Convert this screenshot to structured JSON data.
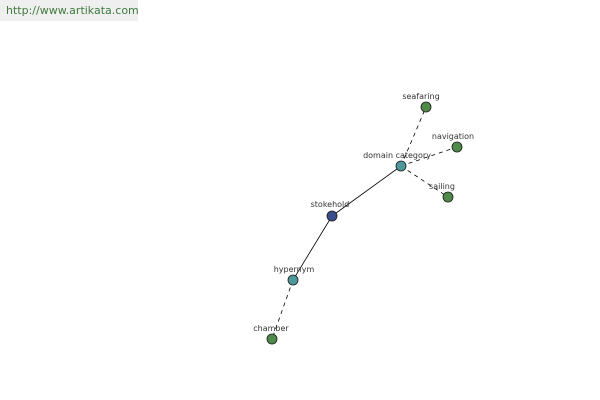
{
  "banner": {
    "url": "http://www.artikata.com"
  },
  "colors": {
    "center": "#3a4e8c",
    "relation": "#4e9a9a",
    "leaf": "#4f8a4a",
    "edge": "#000000"
  },
  "nodes": [
    {
      "id": "stokehold",
      "label": "stokehold",
      "kind": "center"
    },
    {
      "id": "domain",
      "label": "domain category",
      "kind": "relation"
    },
    {
      "id": "hypernym",
      "label": "hypernym",
      "kind": "relation"
    },
    {
      "id": "seafaring",
      "label": "seafaring",
      "kind": "leaf"
    },
    {
      "id": "navigation",
      "label": "navigation",
      "kind": "leaf"
    },
    {
      "id": "sailing",
      "label": "sailing",
      "kind": "leaf"
    },
    {
      "id": "chamber",
      "label": "chamber",
      "kind": "leaf"
    }
  ],
  "edges": [
    {
      "from": "stokehold",
      "to": "domain",
      "style": "solid"
    },
    {
      "from": "stokehold",
      "to": "hypernym",
      "style": "solid"
    },
    {
      "from": "domain",
      "to": "seafaring",
      "style": "dashed"
    },
    {
      "from": "domain",
      "to": "navigation",
      "style": "dashed"
    },
    {
      "from": "domain",
      "to": "sailing",
      "style": "dashed"
    },
    {
      "from": "hypernym",
      "to": "chamber",
      "style": "dashed"
    }
  ]
}
